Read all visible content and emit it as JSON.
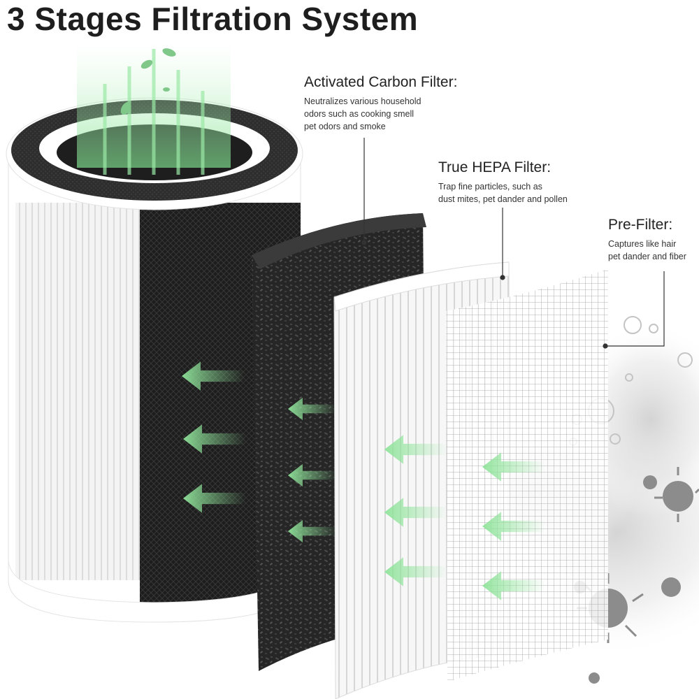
{
  "title": "3 Stages Filtration System",
  "filters": [
    {
      "name": "Activated Carbon Filter:",
      "description": [
        "Neutralizes various household",
        "odors such as cooking smell",
        "pet odors and smoke"
      ]
    },
    {
      "name": "True HEPA Filter:",
      "description": [
        "Trap fine particles, such as",
        "dust mites, pet dander and pollen"
      ]
    },
    {
      "name": "Pre-Filter:",
      "description": [
        "Captures like hair",
        "pet dander and fiber"
      ]
    }
  ],
  "colors": {
    "arrow_green": "#8fe39a",
    "carbon_black": "#2b2b2b",
    "hepa_white": "#f3f3f3",
    "frame_white": "#ffffff"
  }
}
